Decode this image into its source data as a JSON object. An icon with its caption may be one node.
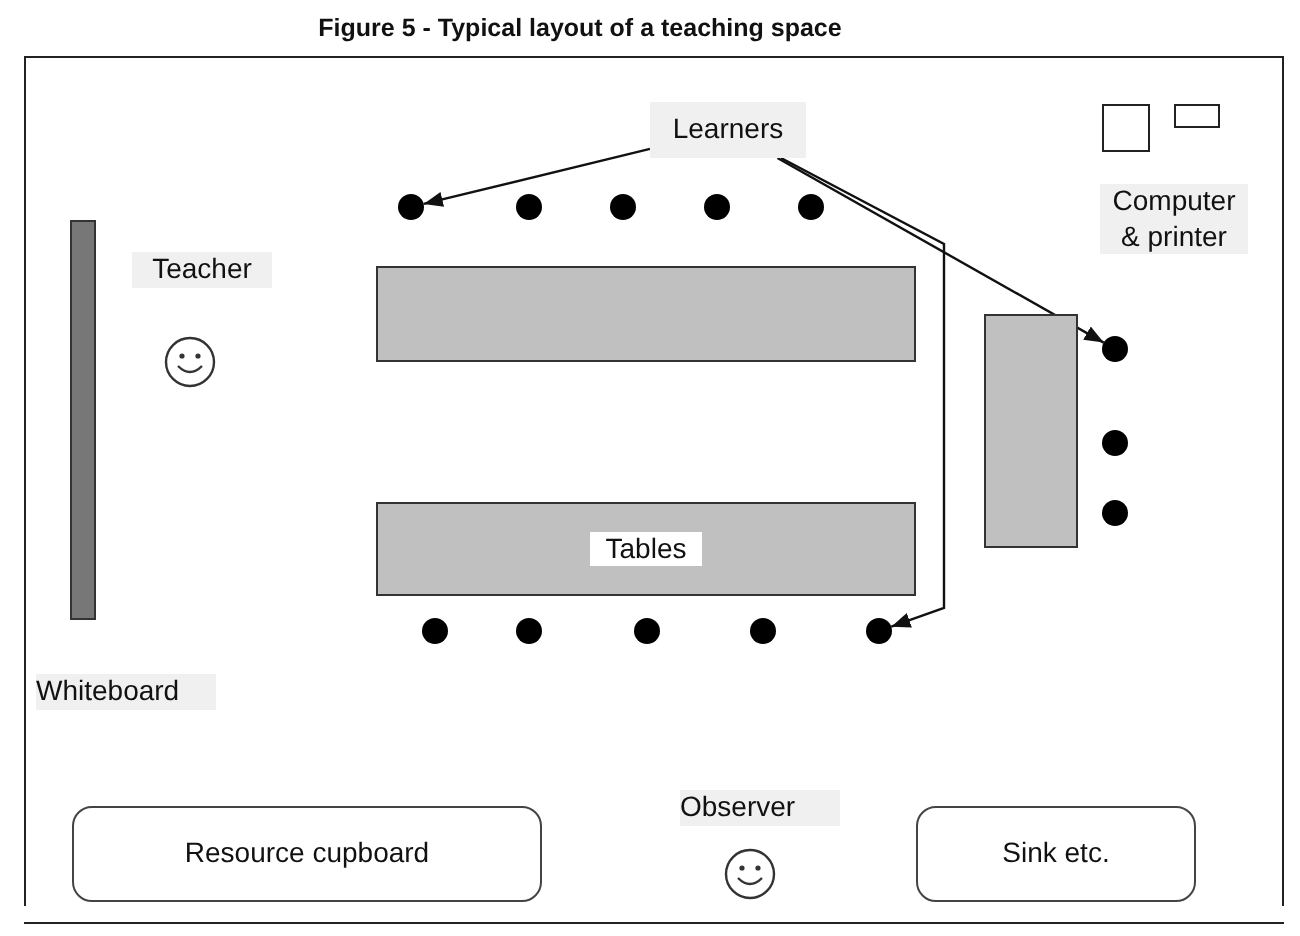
{
  "diagram": {
    "title": "Figure 5 - Typical layout of a teaching space",
    "nodes": [
      {
        "text": [
          "Learners"
        ]
      },
      {
        "text": [],
        "shape": "circle"
      },
      {
        "text": [],
        "shape": "circle"
      },
      {
        "text": [],
        "shape": "circle"
      },
      {
        "text": [],
        "shape": "circle"
      },
      {
        "text": [],
        "shape": "circle"
      },
      {
        "text": [],
        "shape": "box"
      },
      {
        "text": [],
        "shape": "box"
      },
      {
        "text": [],
        "shape": "circle"
      },
      {
        "text": [],
        "shape": "circle"
      },
      {
        "text": [],
        "shape": "circle"
      },
      {
        "text": [
          "Tables"
        ]
      },
      {
        "text": [],
        "shape": "circle"
      },
      {
        "text": [],
        "shape": "circle"
      },
      {
        "text": [],
        "shape": "circle"
      },
      {
        "text": [],
        "shape": "circle"
      },
      {
        "text": [],
        "shape": "circle"
      },
      {
        "text": [
          "Resource cupboard"
        ]
      },
      {
        "text": [
          "Sink etc."
        ]
      }
    ],
    "edges": [
      {
        "from": 0,
        "to": 1,
        "arrow": "to"
      },
      {
        "from": 0,
        "to": 16,
        "arrow": "to"
      },
      {
        "from": 0,
        "to": 8,
        "arrow": "to"
      }
    ],
    "labels": [
      "Teacher",
      "Computer & printer",
      "Whiteboard",
      "Observer"
    ]
  }
}
